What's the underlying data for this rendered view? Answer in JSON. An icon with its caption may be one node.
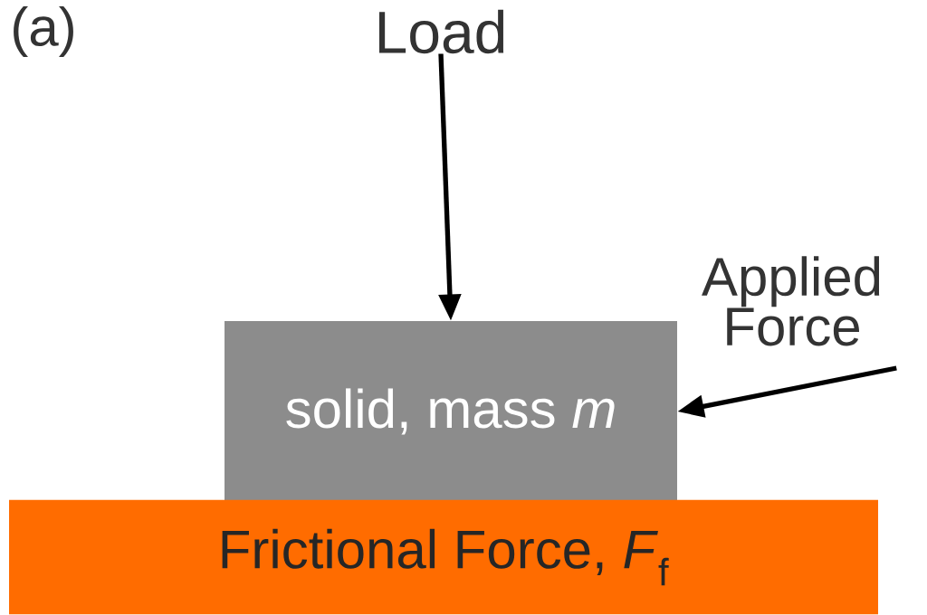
{
  "diagram": {
    "nodes": [
      {
        "text": [
          "Load"
        ]
      },
      {
        "text": [
          "solid, mass *m*"
        ]
      },
      {
        "text": [
          "Applied Force"
        ]
      },
      {
        "text": [
          "Frictional Force, *F*$_{f}$"
        ]
      }
    ],
    "edges": [
      {
        "from": 0,
        "to": 1,
        "arrow": "to"
      },
      {
        "from": 2,
        "to": 1,
        "arrow": "to"
      }
    ],
    "labels": [
      "(a)"
    ]
  }
}
